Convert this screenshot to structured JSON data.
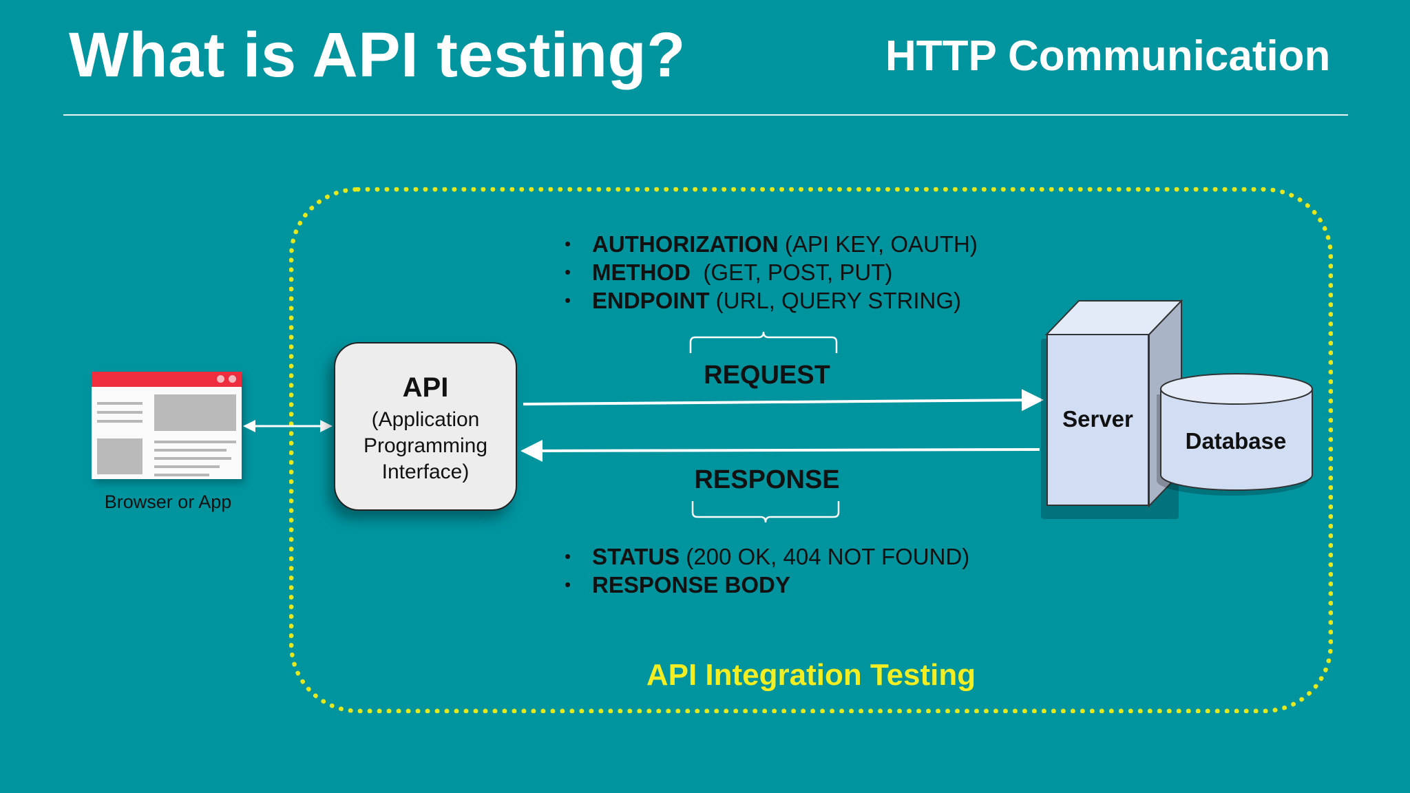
{
  "header": {
    "title": "What is API testing?",
    "subtitle": "HTTP Communication"
  },
  "browser": {
    "label": "Browser or App"
  },
  "api_box": {
    "title": "API",
    "subtitle": "(Application\nProgramming\nInterface)"
  },
  "request": {
    "label": "REQUEST",
    "items": [
      {
        "key": "AUTHORIZATION",
        "detail": " (API KEY, OAUTH)"
      },
      {
        "key": "METHOD",
        "detail": "  (GET, POST, PUT)"
      },
      {
        "key": "ENDPOINT",
        "detail": " (URL, QUERY STRING)"
      }
    ]
  },
  "response": {
    "label": "RESPONSE",
    "items": [
      {
        "key": "STATUS",
        "detail": " (200 OK, 404 NOT FOUND)"
      },
      {
        "key": "RESPONSE BODY",
        "detail": ""
      }
    ]
  },
  "server": {
    "label": "Server"
  },
  "database": {
    "label": "Database"
  },
  "boundary": {
    "label": "API Integration Testing"
  },
  "colors": {
    "background": "#00949f",
    "boundary": "#e4e81c",
    "browser_bar": "#ee2d3f"
  }
}
